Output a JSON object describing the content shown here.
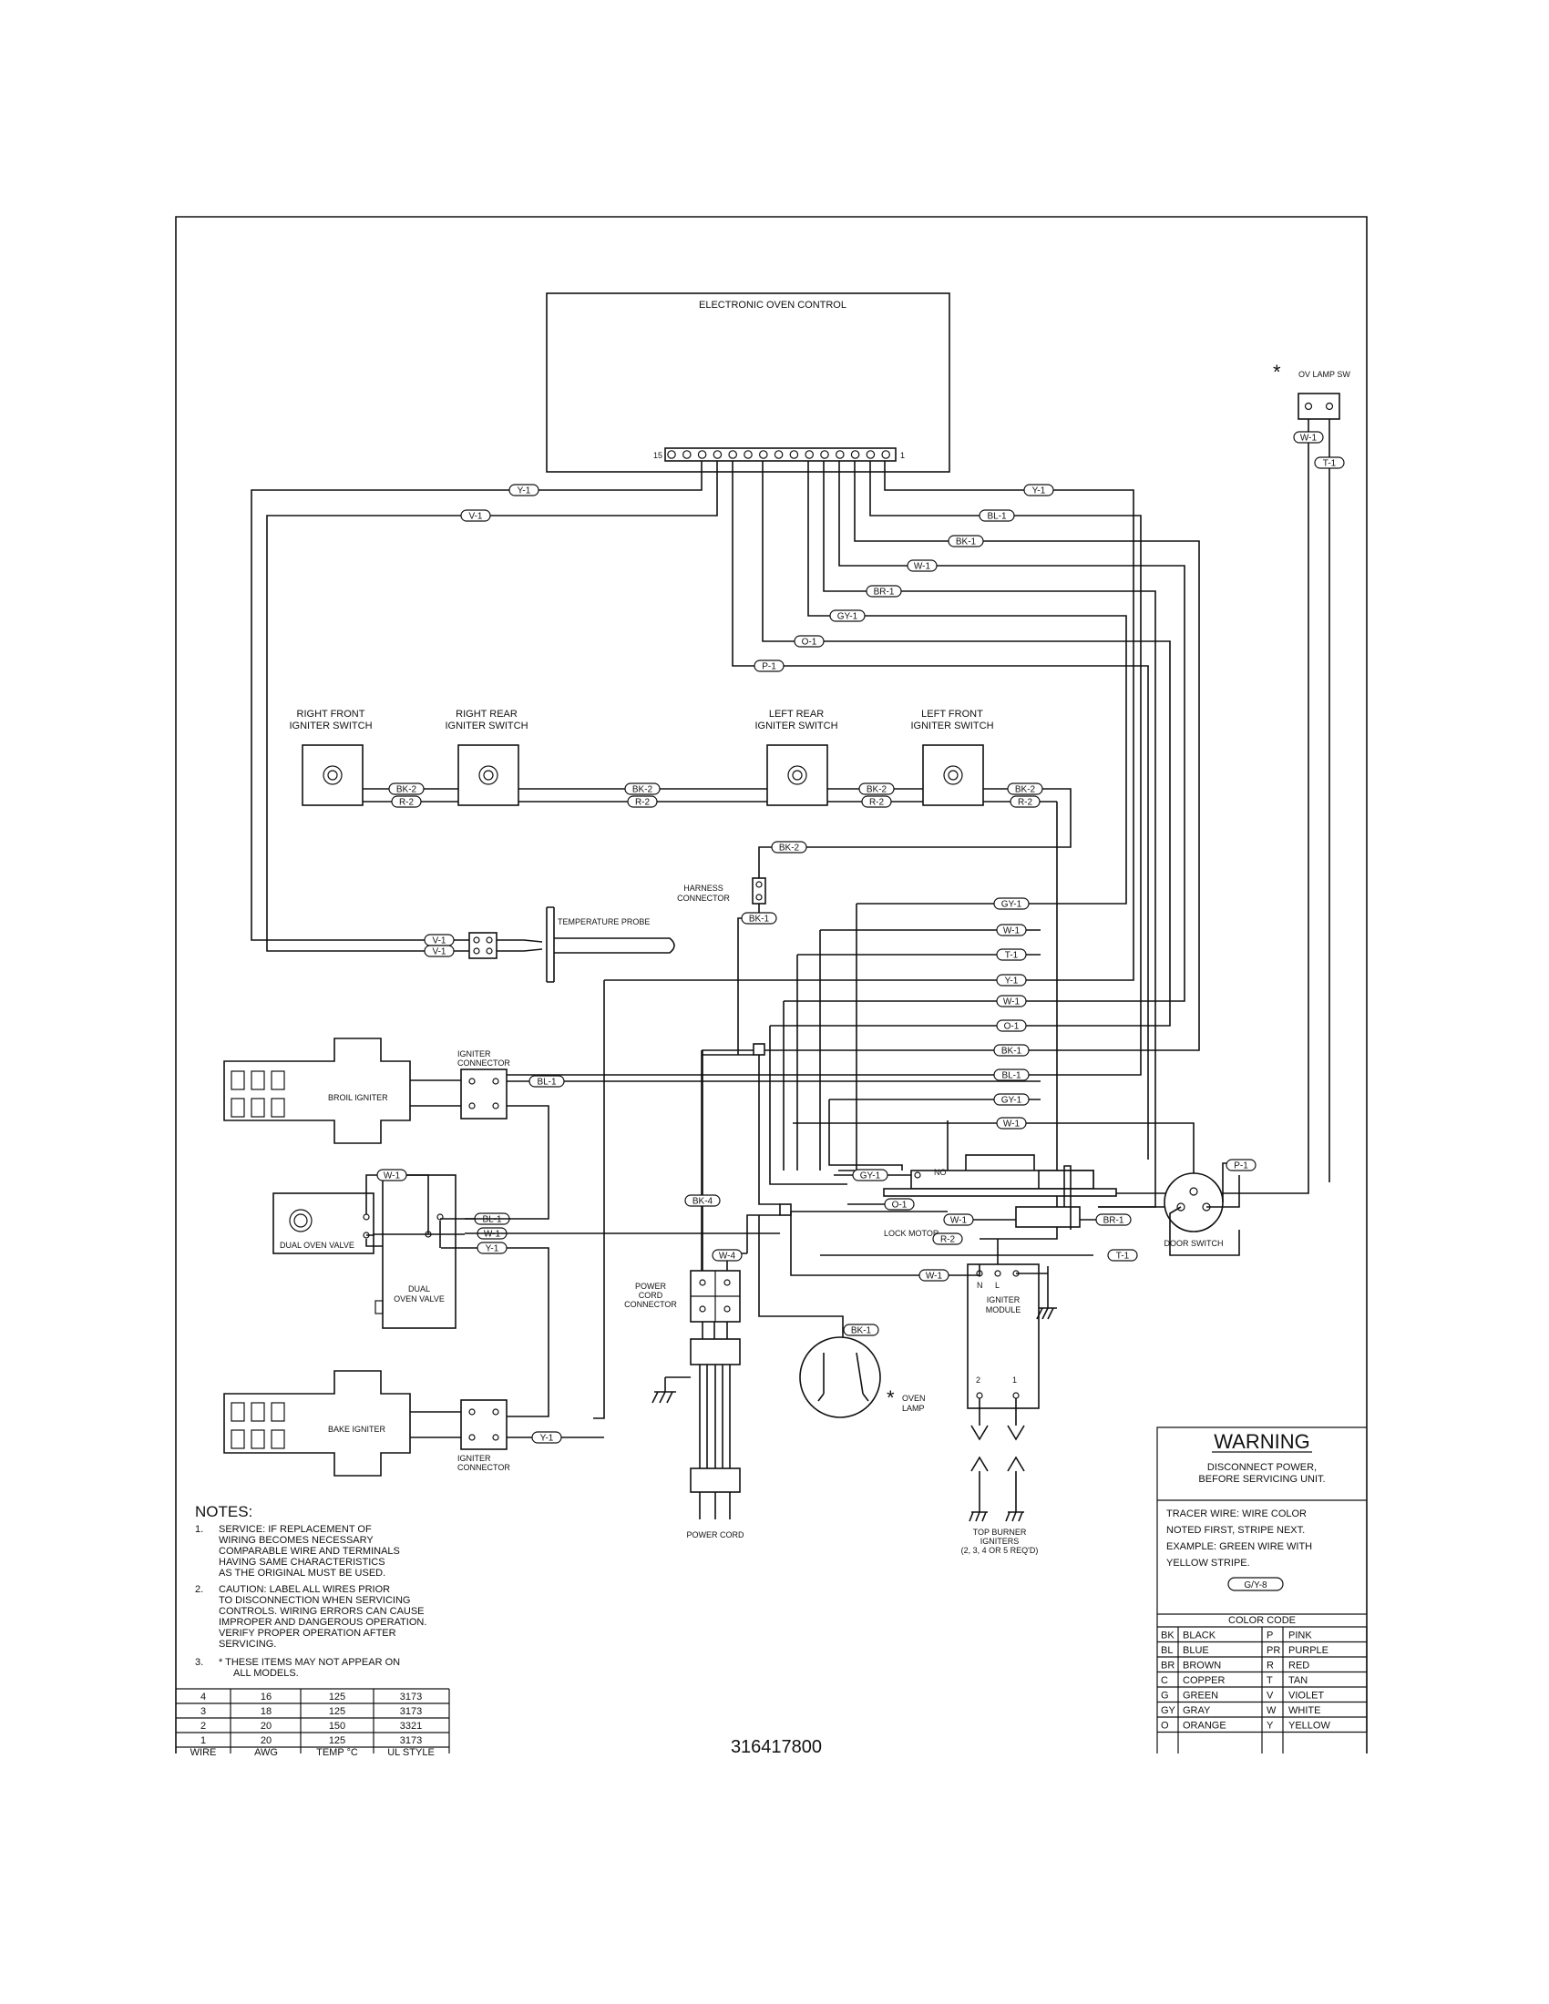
{
  "components": {
    "eoc": "ELECTRONIC OVEN CONTROL",
    "eoc_pin_first": "15",
    "eoc_pin_last": "1",
    "oven_lamp_switch": "OV LAMP SW",
    "right_front_switch": [
      "RIGHT FRONT",
      "IGNITER SWITCH"
    ],
    "right_rear_switch": [
      "RIGHT REAR",
      "IGNITER SWITCH"
    ],
    "left_rear_switch": [
      "LEFT REAR",
      "IGNITER SWITCH"
    ],
    "left_front_switch": [
      "LEFT FRONT",
      "IGNITER SWITCH"
    ],
    "harness_connector": [
      "HARNESS",
      "CONNECTOR"
    ],
    "temperature_probe": "TEMPERATURE PROBE",
    "broil_igniter": "BROIL IGNITER",
    "igniter_connector": [
      "IGNITER",
      "CONNECTOR"
    ],
    "dual_oven_valve": "DUAL OVEN VALVE",
    "dual_oven_valve_2": [
      "DUAL",
      "OVEN VALVE"
    ],
    "bake_igniter": "BAKE IGNITER",
    "power_cord_connector": [
      "POWER",
      "CORD",
      "CONNECTOR"
    ],
    "power_cord": "POWER CORD",
    "lock_motor": "LOCK MOTOR",
    "lock_motor_no": "NO",
    "door_switch": "DOOR SWITCH",
    "igniter_module": [
      "IGNITER",
      "MODULE"
    ],
    "igniter_module_n": "N",
    "igniter_module_l": "L",
    "igniter_module_2": "2",
    "igniter_module_1": "1",
    "oven_lamp": [
      "OVEN",
      "LAMP"
    ],
    "top_burner_igniters": [
      "TOP BURNER",
      "IGNITERS",
      "(2, 3, 4 OR 5 REQ'D)"
    ],
    "asterisk": "*"
  },
  "wire_tags": {
    "top_y1_left": "Y-1",
    "top_v1_left": "V-1",
    "y1_right": "Y-1",
    "bl1": "BL-1",
    "bk1": "BK-1",
    "w1": "W-1",
    "br1": "BR-1",
    "gy1": "GY-1",
    "o1": "O-1",
    "p1": "P-1",
    "lamp_w1": "W-1",
    "lamp_t1": "T-1",
    "sw_bk2_a": "BK-2",
    "sw_r2_a": "R-2",
    "sw_bk2_b": "BK-2",
    "sw_r2_b": "R-2",
    "sw_bk2_c": "BK-2",
    "sw_r2_c": "R-2",
    "sw_bk2_d": "BK-2",
    "sw_r2_d": "R-2",
    "harness_bk2": "BK-2",
    "harness_bk1": "BK-1",
    "probe_v1_a": "V-1",
    "probe_v1_b": "V-1",
    "bus_gy1": "GY-1",
    "bus_w1_a": "W-1",
    "bus_t1": "T-1",
    "bus_y1": "Y-1",
    "bus_w1_b": "W-1",
    "bus_o1": "O-1",
    "bus_bk1": "BK-1",
    "bus_bl1": "BL-1",
    "bus_gy1_b": "GY-1",
    "bus_w1_c": "W-1",
    "broil_bl1": "BL-1",
    "valve_w1": "W-1",
    "valve_bl1": "BL-1",
    "valve_w1_b": "W-1",
    "valve_y1": "Y-1",
    "bake_y1": "Y-1",
    "lock_gy1": "GY-1",
    "lock_o1": "O-1",
    "lock_w1": "W-1",
    "lock_br1": "BR-1",
    "door_p1": "P-1",
    "door_t1": "T-1",
    "pc_bk4": "BK-4",
    "pc_w4": "W-4",
    "mod_r2": "R-2",
    "mod_w1": "W-1",
    "lamp_bk1": "BK-1"
  },
  "notes": {
    "title": "NOTES:",
    "n1_num": "1.",
    "n1": [
      "SERVICE:   IF REPLACEMENT OF",
      "WIRING BECOMES NECESSARY",
      "COMPARABLE WIRE AND TERMINALS",
      "HAVING SAME CHARACTERISTICS",
      "AS THE ORIGINAL MUST BE USED."
    ],
    "n2_num": "2.",
    "n2": [
      "CAUTION:  LABEL ALL WIRES PRIOR",
      "TO DISCONNECTION WHEN SERVICING",
      "CONTROLS.  WIRING ERRORS CAN CAUSE",
      "IMPROPER AND DANGEROUS OPERATION.",
      "VERIFY PROPER OPERATION AFTER",
      "SERVICING."
    ],
    "n3_num": "3.",
    "n3": [
      "* THESE ITEMS MAY NOT APPEAR ON",
      "ALL MODELS."
    ]
  },
  "wire_table": {
    "rows": [
      [
        "4",
        "16",
        "125",
        "3173"
      ],
      [
        "3",
        "18",
        "125",
        "3173"
      ],
      [
        "2",
        "20",
        "150",
        "3321"
      ],
      [
        "1",
        "20",
        "125",
        "3173"
      ]
    ],
    "header": [
      "WIRE",
      "AWG",
      "TEMP °C",
      "UL STYLE"
    ]
  },
  "part_number": "316417800",
  "warning": {
    "title": "WARNING",
    "line1": "DISCONNECT POWER,",
    "line2": "BEFORE SERVICING UNIT.",
    "tracer": [
      "TRACER WIRE:   WIRE COLOR",
      "NOTED FIRST, STRIPE NEXT.",
      "EXAMPLE:   GREEN WIRE WITH",
      "YELLOW STRIPE."
    ],
    "example_tag": "G/Y-8"
  },
  "color_code": {
    "title": "COLOR CODE",
    "left": [
      [
        "BK",
        "BLACK"
      ],
      [
        "BL",
        "BLUE"
      ],
      [
        "BR",
        "BROWN"
      ],
      [
        "C",
        "COPPER"
      ],
      [
        "G",
        "GREEN"
      ],
      [
        "GY",
        "GRAY"
      ],
      [
        "O",
        "ORANGE"
      ]
    ],
    "right": [
      [
        "P",
        "PINK"
      ],
      [
        "PR",
        "PURPLE"
      ],
      [
        "R",
        "RED"
      ],
      [
        "T",
        "TAN"
      ],
      [
        "V",
        "VIOLET"
      ],
      [
        "W",
        "WHITE"
      ],
      [
        "Y",
        "YELLOW"
      ]
    ]
  }
}
